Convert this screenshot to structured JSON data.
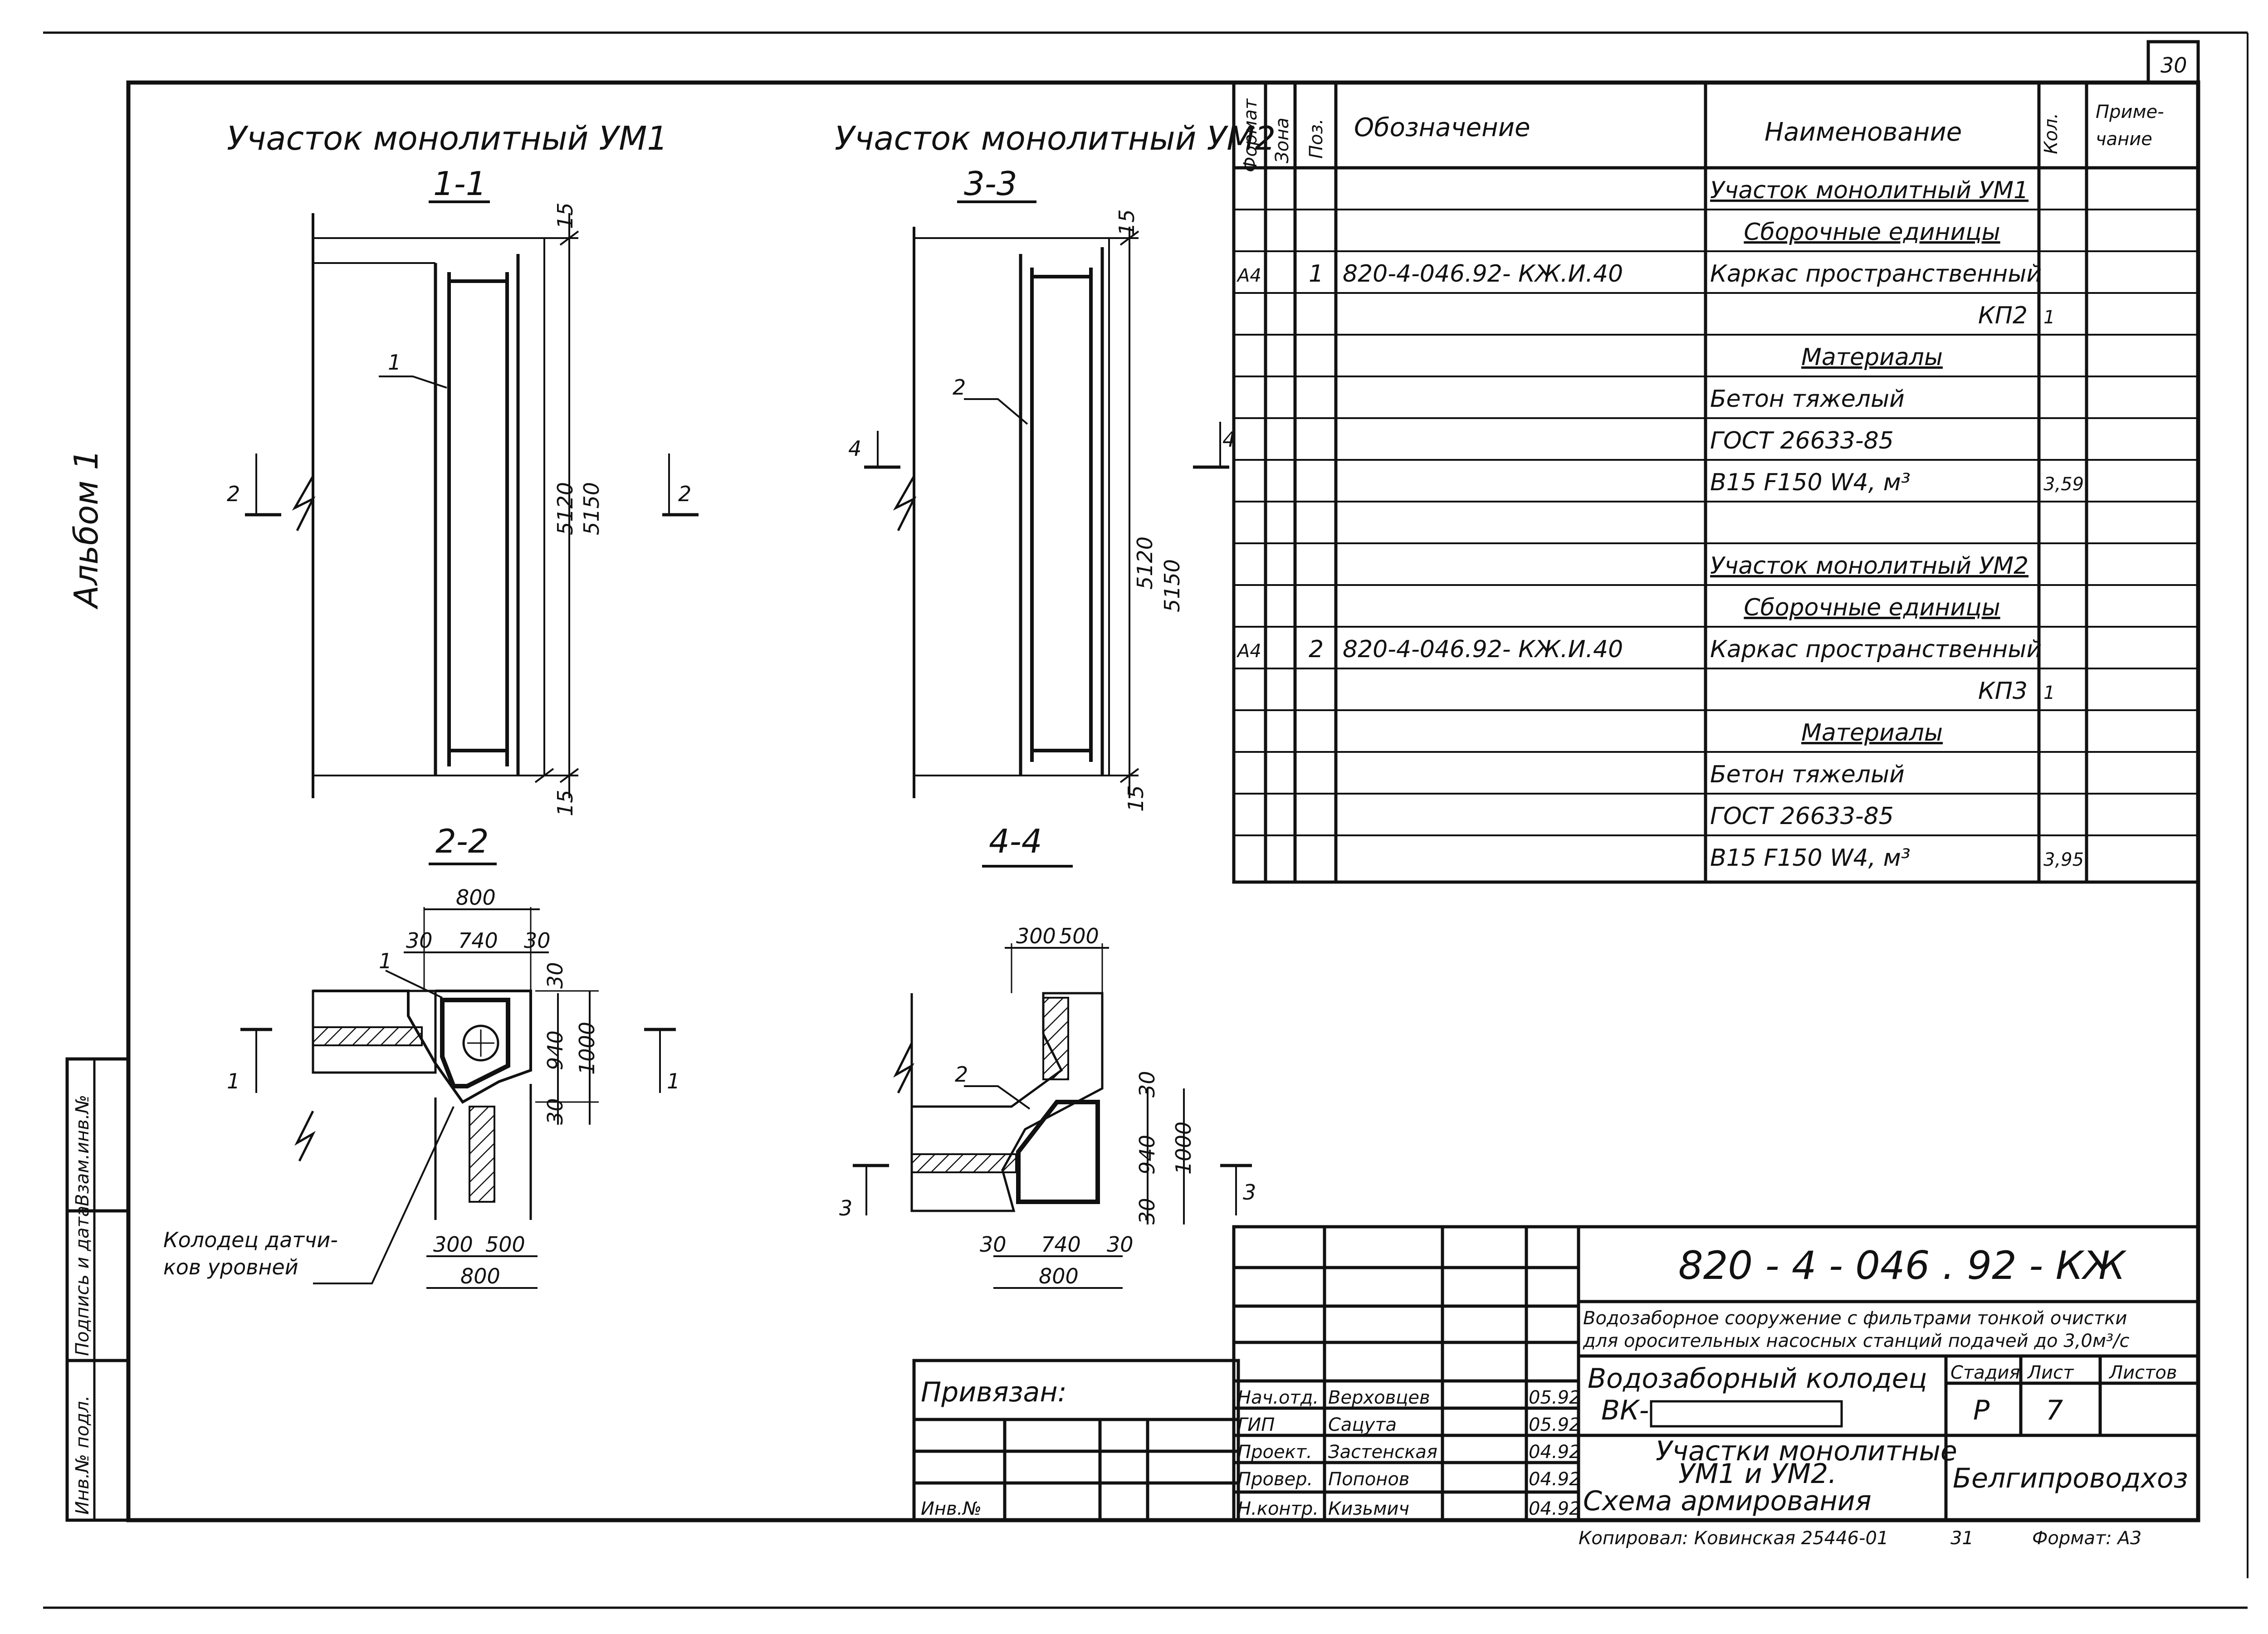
{
  "sheet_number": "30",
  "album_label": "Альбом 1",
  "left_column_labels": [
    "Инв.№ подл.",
    "Подпись и дата",
    "Взам.инв.№"
  ],
  "views": {
    "um1_title": "Участок монолитный УМ1",
    "um2_title": "Участок монолитный УМ2",
    "sec_1_1": "1-1",
    "sec_3_3": "3-3",
    "sec_2_2": "2-2",
    "sec_4_4": "4-4",
    "dims_1_1": [
      "15",
      "5120",
      "5150",
      "15"
    ],
    "dims_3_3": [
      "15",
      "5120",
      "5150",
      "15"
    ],
    "dims_2_2": {
      "top": "800",
      "inner": "740",
      "left": "30",
      "right": "30",
      "v1": "30",
      "v2": "940",
      "v3": "1000",
      "v4": "30",
      "bottom1": "300",
      "bottom2": "500",
      "bottom3": "800"
    },
    "dims_4_4": {
      "top1": "300",
      "top2": "500",
      "v1": "30",
      "v2": "940",
      "v3": "1000",
      "v4": "30",
      "b1": "30",
      "b2": "740",
      "b3": "30",
      "b4": "800"
    },
    "markers": {
      "m1": "1",
      "m2": "2",
      "m3": "3",
      "m4": "4"
    },
    "callout_well": "Колодец датчи-ков уровней",
    "callout_well_l1": "Колодец датчи-",
    "callout_well_l2": "ков уровней"
  },
  "spec_table": {
    "headers": {
      "format": "Формат",
      "zone": "Зона",
      "pos": "Поз.",
      "designation": "Обозначение",
      "name": "Наименование",
      "qty": "Кол.",
      "note_l1": "Приме-",
      "note_l2": "чание"
    },
    "rows": [
      {
        "format": "",
        "pos": "",
        "designation": "",
        "name": "Участок монолитный УМ1",
        "qty": "",
        "note": "",
        "style": "underline"
      },
      {
        "format": "",
        "pos": "",
        "designation": "",
        "name": "Сборочные единицы",
        "qty": "",
        "note": "",
        "style": "underline-center"
      },
      {
        "format": "А4",
        "pos": "1",
        "designation": "820-4-046.92- КЖ.И.40",
        "name": "Каркас пространственный",
        "qty": "",
        "note": ""
      },
      {
        "format": "",
        "pos": "",
        "designation": "",
        "name": "КП2",
        "qty": "1",
        "note": "",
        "style": "right"
      },
      {
        "format": "",
        "pos": "",
        "designation": "",
        "name": "Материалы",
        "qty": "",
        "note": "",
        "style": "underline-center"
      },
      {
        "format": "",
        "pos": "",
        "designation": "",
        "name": "Бетон тяжелый",
        "qty": "",
        "note": ""
      },
      {
        "format": "",
        "pos": "",
        "designation": "",
        "name": "ГОСТ 26633-85",
        "qty": "",
        "note": ""
      },
      {
        "format": "",
        "pos": "",
        "designation": "",
        "name": "В15 F150 W4,      м³",
        "qty": "3,59",
        "note": ""
      },
      {
        "format": "",
        "pos": "",
        "designation": "",
        "name": "",
        "qty": "",
        "note": ""
      },
      {
        "format": "",
        "pos": "",
        "designation": "",
        "name": "Участок монолитный УМ2",
        "qty": "",
        "note": "",
        "style": "underline"
      },
      {
        "format": "",
        "pos": "",
        "designation": "",
        "name": "Сборочные единицы",
        "qty": "",
        "note": "",
        "style": "underline-center"
      },
      {
        "format": "А4",
        "pos": "2",
        "designation": "820-4-046.92- КЖ.И.40",
        "name": "Каркас пространственный",
        "qty": "",
        "note": ""
      },
      {
        "format": "",
        "pos": "",
        "designation": "",
        "name": "КП3",
        "qty": "1",
        "note": "",
        "style": "right"
      },
      {
        "format": "",
        "pos": "",
        "designation": "",
        "name": "Материалы",
        "qty": "",
        "note": "",
        "style": "underline-center"
      },
      {
        "format": "",
        "pos": "",
        "designation": "",
        "name": "Бетон тяжелый",
        "qty": "",
        "note": ""
      },
      {
        "format": "",
        "pos": "",
        "designation": "",
        "name": "ГОСТ 26633-85",
        "qty": "",
        "note": ""
      },
      {
        "format": "",
        "pos": "",
        "designation": "",
        "name": "В15 F150 W4,      м³",
        "qty": "3,95",
        "note": ""
      }
    ]
  },
  "title_block": {
    "doc_code": "820 - 4 - 046 . 92 - КЖ",
    "project_l1": "Водозаборное сооружение с фильтрами тонкой очистки",
    "project_l2": "для оросительных насосных станций подачей до 3,0м³/с",
    "object_l1": "Водозаборный колодец",
    "object_l2": "ВК-",
    "sheet_title_l1": "Участки монолитные",
    "sheet_title_l2": "УМ1 и УМ2.",
    "sheet_title_l3": "Схема армирования",
    "stage_label": "Стадия",
    "sheet_label": "Лист",
    "sheets_label": "Листов",
    "stage": "Р",
    "sheet": "7",
    "sheets": "",
    "organization": "Белгипроводхоз",
    "bound_label": "Привязан:",
    "inv_label": "Инв.№",
    "signatures": [
      {
        "role": "Нач.отд.",
        "name": "Верховцев",
        "date": "05.92"
      },
      {
        "role": "ГИП",
        "name": "Сацута",
        "date": "05.92"
      },
      {
        "role": "Проект.",
        "name": "Застенская",
        "date": "04.92"
      },
      {
        "role": "Провер.",
        "name": "Попонов",
        "date": "04.92"
      },
      {
        "role": "Н.контр.",
        "name": "Кизьмич",
        "date": "04.92"
      }
    ],
    "copied": "Копировал: Ковинская 25446-01",
    "page_small": "31",
    "format": "Формат: А3"
  }
}
